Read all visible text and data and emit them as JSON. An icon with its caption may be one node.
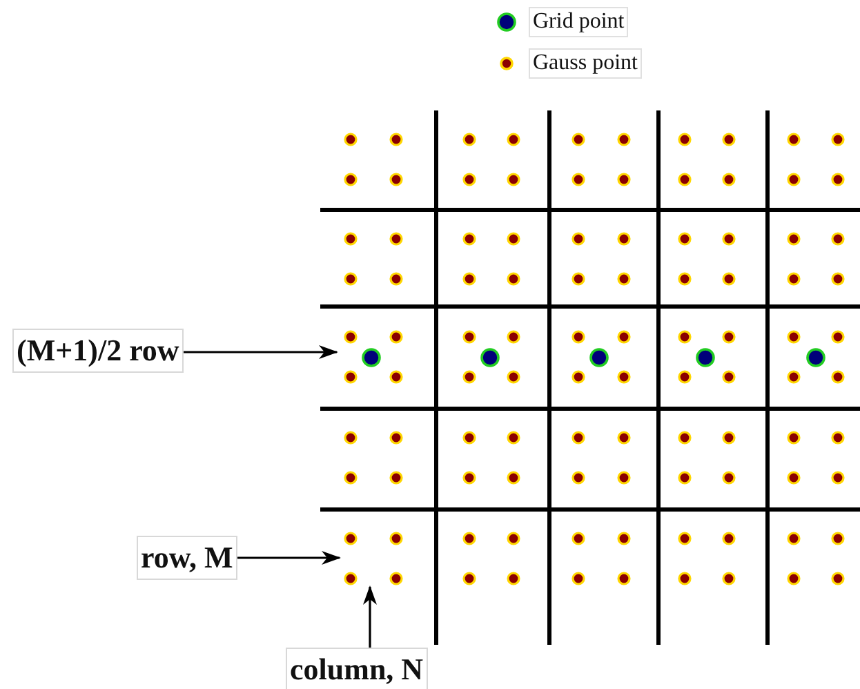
{
  "diagram": {
    "nodes": [
      {
        "text": [
          "(M+1)/2 row"
        ]
      },
      {
        "text": [
          "row, M"
        ]
      },
      {
        "text": [
          "column, N"
        ]
      }
    ],
    "edges": [
      {
        "from": 0,
        "to": null,
        "arrow": "to"
      },
      {
        "from": 1,
        "to": null,
        "arrow": "to"
      },
      {
        "from": 2,
        "to": null,
        "arrow": "to"
      }
    ],
    "legend": [
      {
        "text": "Grid point"
      },
      {
        "text": "Gauss point"
      }
    ]
  }
}
